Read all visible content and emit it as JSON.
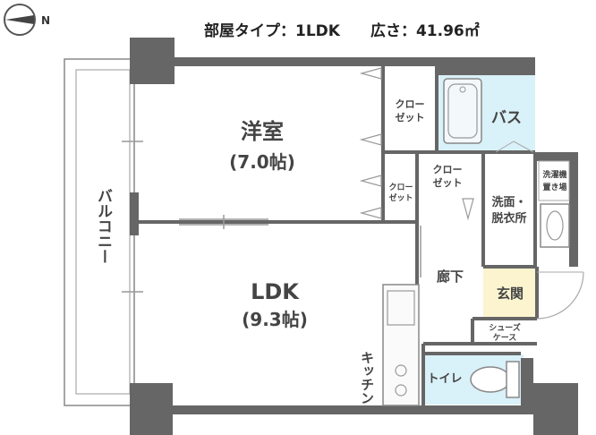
{
  "header": {
    "type_label": "部屋タイプ：1LDK",
    "area_label": "広さ：41.96㎡"
  },
  "compass": {
    "north_label": "N"
  },
  "rooms": {
    "western_room": {
      "name": "洋室",
      "size": "(7.0帖)"
    },
    "ldk": {
      "name": "LDK",
      "size": "(9.3帖)"
    },
    "closet_1": {
      "line1": "クロー",
      "line2": "ゼット"
    },
    "closet_2": {
      "line1": "クロー",
      "line2": "ゼット"
    },
    "closet_3": {
      "line1": "クロー",
      "line2": "ゼット"
    },
    "bath": {
      "name": "バス"
    },
    "washroom": {
      "line1": "洗面・",
      "line2": "脱衣所"
    },
    "washer_space": {
      "line1": "洗濯機",
      "line2": "置き場"
    },
    "hallway": {
      "name": "廊下"
    },
    "entrance": {
      "name": "玄関"
    },
    "shoe_case": {
      "line1": "シューズ",
      "line2": "ケース"
    },
    "toilet": {
      "name": "トイレ"
    },
    "kitchen": {
      "name": "キッチン"
    },
    "balcony": {
      "name": "バルコニー"
    }
  },
  "colors": {
    "wall": "#666666",
    "bath_fill": "#d9f1f8",
    "entrance_fill": "#fbf4cf",
    "toilet_fill": "#d9f1f8",
    "fixture_line": "#888888"
  }
}
